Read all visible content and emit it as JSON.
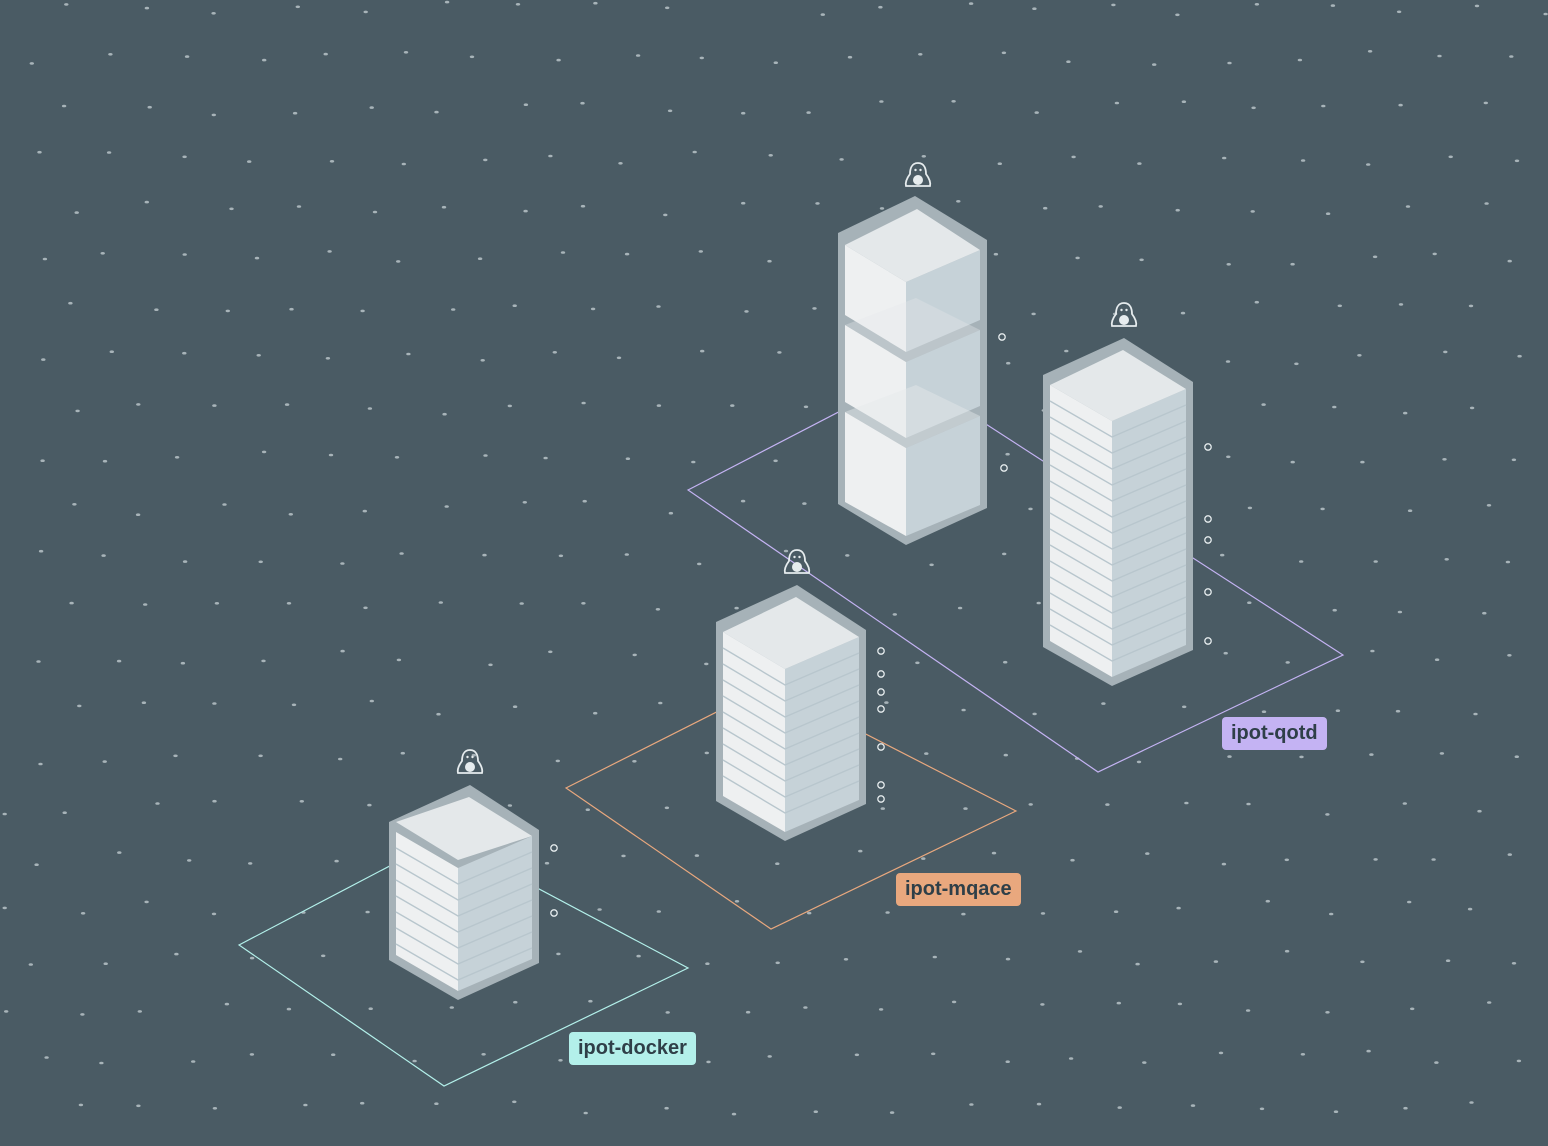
{
  "colors": {
    "background": "#4a5b64",
    "dot": "#c8d2d6",
    "rack_light": "#eef0f1",
    "rack_top": "#e4e8ea",
    "rack_side": "#c6d2d8",
    "rack_frame": "#a6b2b8",
    "icon": "#e6ecee"
  },
  "zones": [
    {
      "id": "docker",
      "label": "ipot-docker",
      "color": "#b3f0ea"
    },
    {
      "id": "mqace",
      "label": "ipot-mqace",
      "color": "#e9a87e"
    },
    {
      "id": "qotd",
      "label": "ipot-qotd",
      "color": "#c4b3f3"
    }
  ],
  "nodes": [
    {
      "id": "node-docker",
      "zone": "docker",
      "os_icon": "linux-penguin-icon",
      "process_icons": [
        "process-icon",
        "process-icon"
      ]
    },
    {
      "id": "node-mqace",
      "zone": "mqace",
      "os_icon": "linux-penguin-icon",
      "process_icons": [
        "process-icon",
        "process-icon",
        "process-icon",
        "process-icon",
        "process-icon",
        "process-icon",
        "process-icon"
      ]
    },
    {
      "id": "node-qotd-a",
      "zone": "qotd",
      "os_icon": "linux-penguin-icon",
      "process_icons": [
        "process-icon",
        "process-icon"
      ]
    },
    {
      "id": "node-qotd-b",
      "zone": "qotd",
      "os_icon": "linux-penguin-icon",
      "process_icons": [
        "process-icon",
        "process-icon",
        "process-icon",
        "process-icon",
        "process-icon"
      ]
    }
  ]
}
